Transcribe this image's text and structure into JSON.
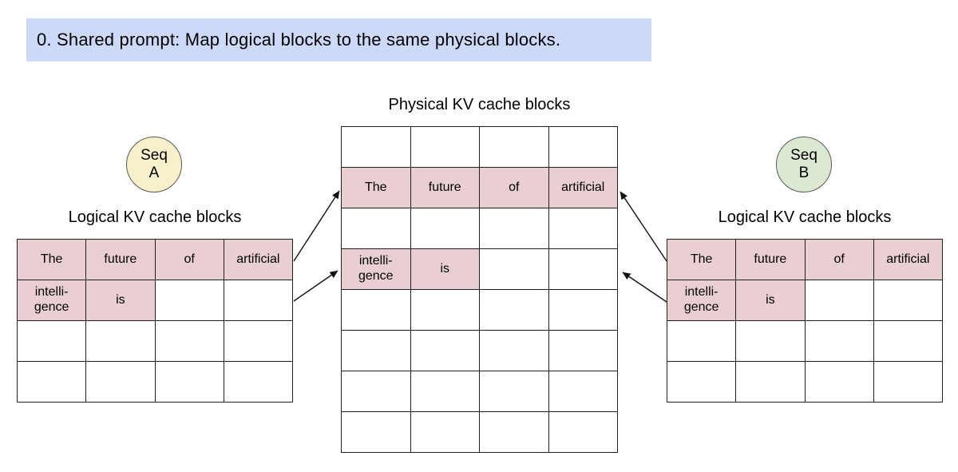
{
  "banner": {
    "text": "0. Shared prompt: Map logical blocks to the same physical blocks."
  },
  "physical_section": {
    "title": "Physical KV cache blocks",
    "grid": [
      [
        "",
        "",
        "",
        ""
      ],
      [
        "The",
        "future",
        "of",
        "artificial"
      ],
      [
        "",
        "",
        "",
        ""
      ],
      [
        "intelli-\ngence",
        "is",
        "",
        ""
      ],
      [
        "",
        "",
        "",
        ""
      ],
      [
        "",
        "",
        "",
        ""
      ],
      [
        "",
        "",
        "",
        ""
      ],
      [
        "",
        "",
        "",
        ""
      ]
    ]
  },
  "sequence_a": {
    "badge_top": "Seq",
    "badge_letter": "A",
    "title": "Logical KV cache blocks",
    "grid": [
      [
        "The",
        "future",
        "of",
        "artificial"
      ],
      [
        "intelli-\ngence",
        "is",
        "",
        ""
      ],
      [
        "",
        "",
        "",
        ""
      ],
      [
        "",
        "",
        "",
        ""
      ]
    ]
  },
  "sequence_b": {
    "badge_top": "Seq",
    "badge_letter": "B",
    "title": "Logical KV cache blocks",
    "grid": [
      [
        "The",
        "future",
        "of",
        "artificial"
      ],
      [
        "intelli-\ngence",
        "is",
        "",
        ""
      ],
      [
        "",
        "",
        "",
        ""
      ],
      [
        "",
        "",
        "",
        ""
      ]
    ]
  },
  "colors": {
    "banner_bg": "#ccd9f8",
    "highlight_cell": "#e9ced2",
    "seq_a_bg": "#f8f0ca",
    "seq_b_bg": "#dbe8d2",
    "table_border": "#1f1f1f",
    "arrow": "#111111"
  }
}
